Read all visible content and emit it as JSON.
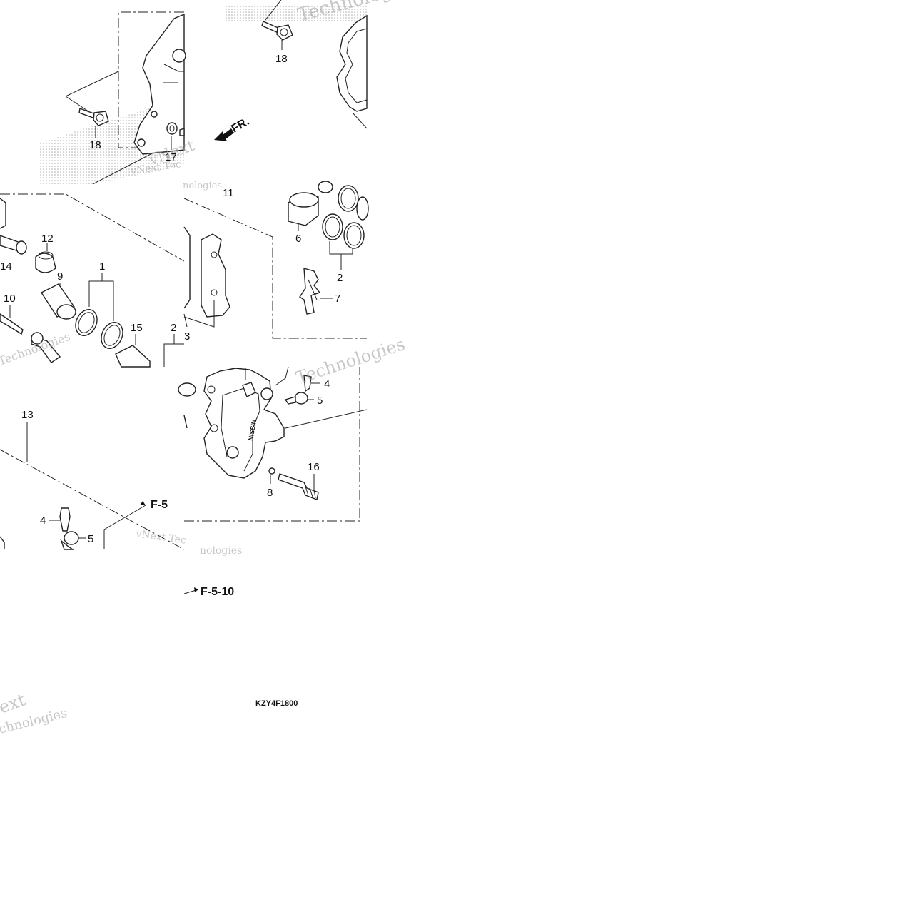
{
  "callouts": {
    "c1": "1",
    "c2a": "2",
    "c2b": "2",
    "c3": "3",
    "c4a": "4",
    "c4b": "4",
    "c5a": "5",
    "c5b": "5",
    "c6": "6",
    "c7": "7",
    "c8": "8",
    "c9": "9",
    "c10": "10",
    "c11": "11",
    "c12": "12",
    "c13": "13",
    "c14": "14",
    "c15": "15",
    "c16": "16",
    "c17": "17",
    "c18a": "18",
    "c18b": "18"
  },
  "refs": {
    "front": "FR.",
    "ref_f5": "F-5",
    "ref_f510": "F-5-10"
  },
  "diagram_code": "KZY4F1800",
  "watermarks": {
    "w1": "Technologies",
    "w2": "vNext Tec",
    "w3": "vNext",
    "w4": "nologies",
    "w5": "Technologies",
    "w6": "Technologies",
    "w7": "vNext Tec",
    "w8": "nologies",
    "w9": "ext",
    "w10": "chnologies"
  },
  "colors": {
    "line": "#222222",
    "watermark": "#9a9a9a",
    "stipple": "#bdbdbd"
  }
}
